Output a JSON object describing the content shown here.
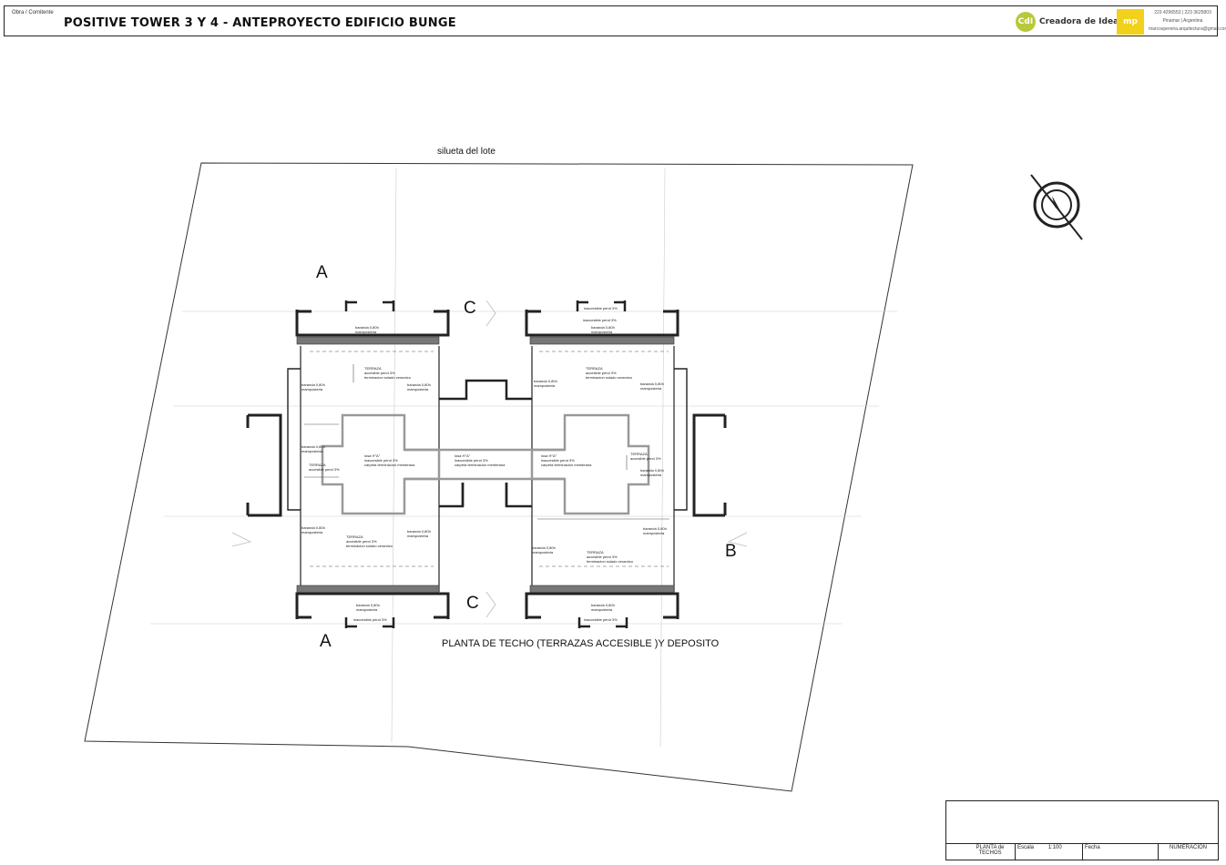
{
  "header": {
    "client": "Obra / Comitente",
    "title": "POSITIVE TOWER 3 Y 4 - ANTEPROYECTO EDIFICIO BUNGE",
    "logo_mark": "CdI",
    "logo_text": "Creadora de Ideas®",
    "logo_box": "mp",
    "contact_lines": [
      "223 4296553 | 223 3625803",
      "Pinamar | Argentina",
      "marcospereira.arquitectura@gmail.com"
    ]
  },
  "plan": {
    "lot_label": "silueta del lote",
    "caption": "PLANTA DE TECHO (TERRAZAS ACCESIBLE )Y DEPOSITO",
    "section_labels": {
      "a_top": "A",
      "a_bottom": "A",
      "c_top": "C",
      "c_bottom": "C",
      "b": "B"
    },
    "notes": {
      "n01": "baranda 0,80h\nmamposteria",
      "n02": "TERRAZA\naccesible pend 3%\nterminacion solado ceramico",
      "n03": "baranda 0,80h\nmamposteria",
      "n04": "baranda 0,80h\nmamposteria",
      "n05": "baranda 0,80h\nmamposteria",
      "n06": "losa H°A°\ninaccesible pend 3%\ncarpeta terminacion membrana",
      "n07": "TERRAZA\naccesible pend 3%",
      "n08": "losa H°A°\ninaccesible pend 3%\ncarpeta terminacion membrana",
      "n09": "baranda 0,80h\nmamposteria",
      "n10": "TERRAZA\naccesible pend 3%\nterminacion solado ceramico",
      "n11": "baranda 0,80h\nmamposteria",
      "n12": "baranda 0,80h\nmamposteria",
      "n13": "inaccesible pend 3%",
      "n14": "inaccesible pend 3%",
      "n15": "baranda 0,80h\nmamposteria",
      "n16": "TERRAZA\naccesible pend 3%\nterminacion solado ceramico",
      "n17": "baranda 0,80h\nmamposteria",
      "n18": "losa H°A°\ninaccesible pend 3%\ncarpeta terminacion membrana",
      "n19": "TERRAZA\naccesible pend 3%",
      "n20": "baranda 0,80h\nmamposteria",
      "n21": "baranda 0,80h\nmamposteria",
      "n22": "baranda 0,80h\nmamposteria",
      "n23": "TERRAZA\naccesible pend 3%\nterminacion solado ceramico",
      "n24": "baranda 0,80h\nmamposteria",
      "n25": "baranda 0,80h\nmamposteria",
      "n26": "inaccesible pend 3%",
      "n27": "inaccesible pend 3%"
    }
  },
  "titleblock": {
    "plano": "PLANTA de TECHOS",
    "escala_label": "Escala",
    "escala": "1:100",
    "fecha_label": "Fecha",
    "numeracion": "NUMERACIÓN"
  }
}
